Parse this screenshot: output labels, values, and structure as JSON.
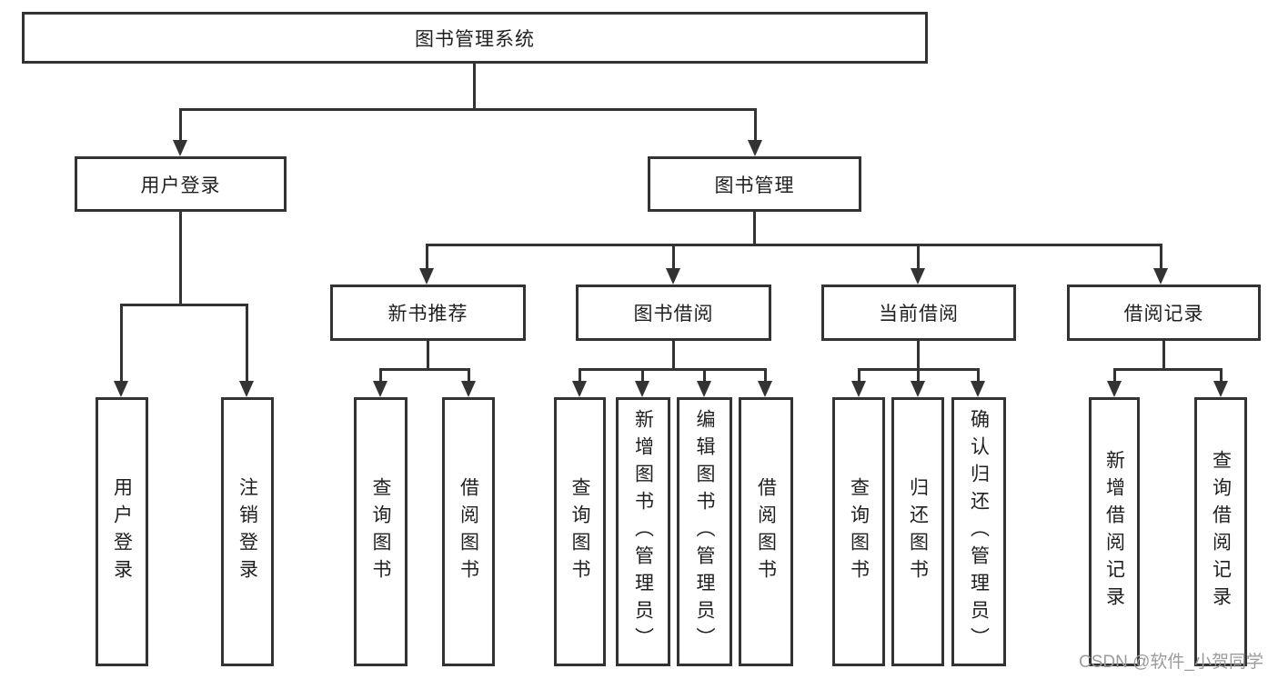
{
  "diagram": {
    "title": "图书管理系统",
    "level2": [
      "用户登录",
      "图书管理"
    ],
    "level3": [
      "新书推荐",
      "图书借阅",
      "当前借阅",
      "借阅记录"
    ],
    "leaves": {
      "user_login": [
        "用户登录",
        "注销登录"
      ],
      "new_book_recommend": [
        "查询图书",
        "借阅图书"
      ],
      "book_borrow": [
        "查询图书",
        "新增图书（管理员）",
        "编辑图书（管理员）",
        "借阅图书"
      ],
      "current_borrow": [
        "查询图书",
        "归还图书",
        "确认归还（管理员）"
      ],
      "borrow_record": [
        "新增借阅记录",
        "查询借阅记录"
      ]
    },
    "watermark": "CSDN @软件_小贺同学",
    "colors": {
      "line": "#333333",
      "text": "#1f1f1f",
      "watermark": "#9b9b9b",
      "background": "#ffffff"
    }
  }
}
